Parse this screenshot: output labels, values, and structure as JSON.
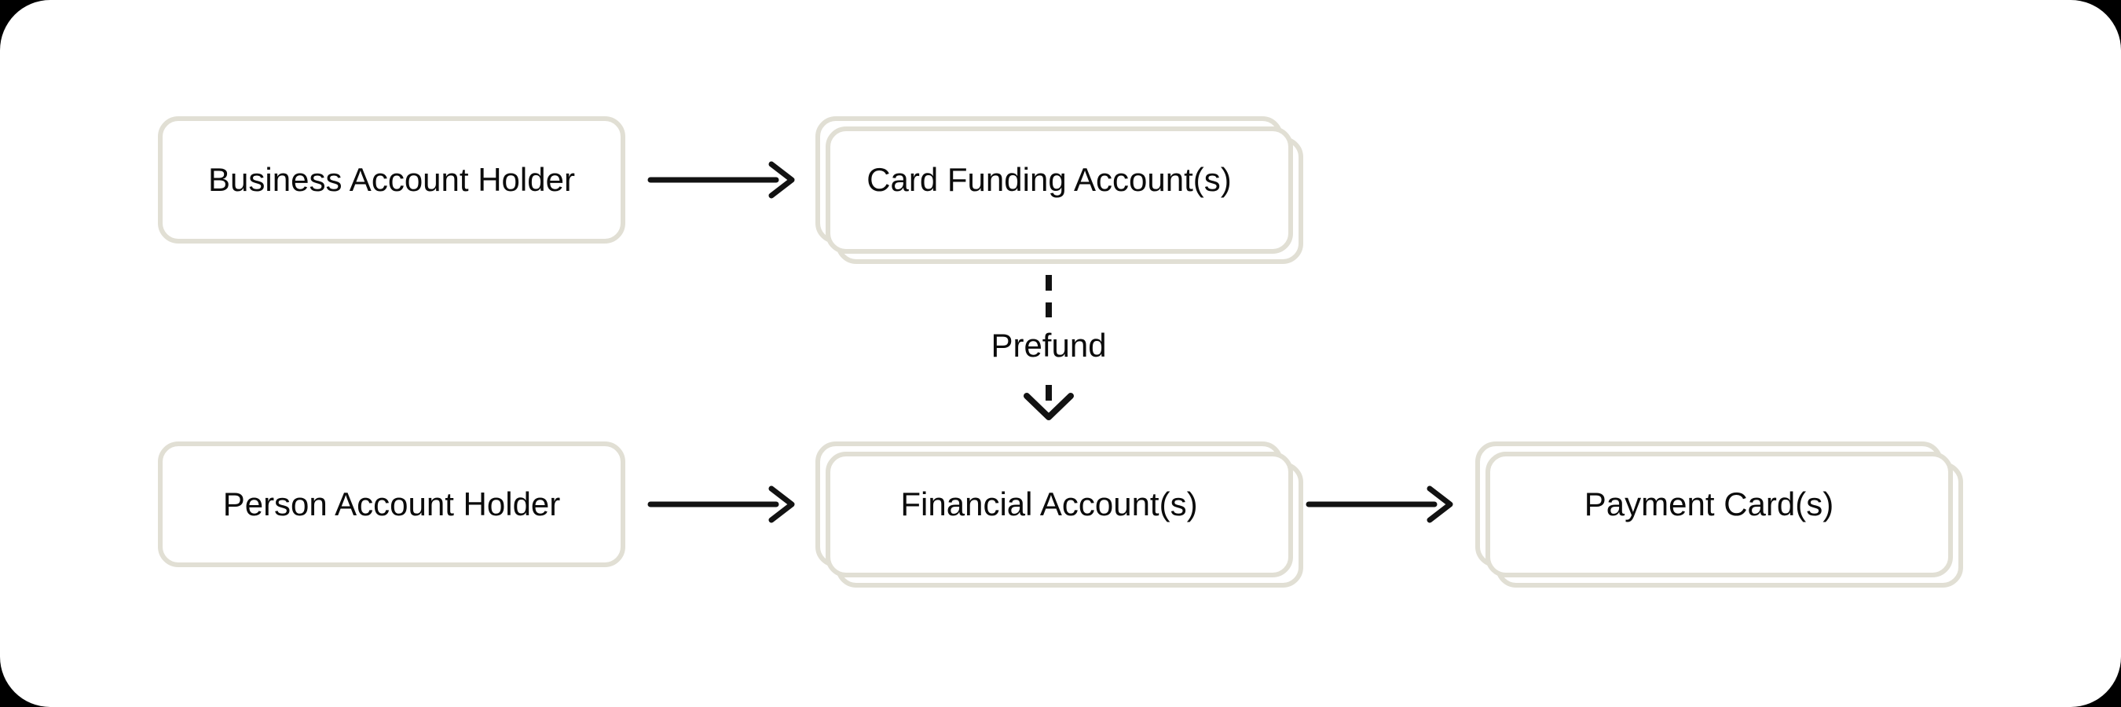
{
  "diagram": {
    "background_color": "#000000",
    "surface_color": "#ffffff",
    "node_border_color": "#e1dfd4",
    "node_fill_color": "#ffffff",
    "text_color": "#0b0b0b",
    "arrow_color": "#121212",
    "nodes": [
      {
        "label": "Business Account Holder",
        "stacked": false
      },
      {
        "label": "Card Funding Account(s)",
        "stacked": true
      },
      {
        "label": "Person Account Holder",
        "stacked": false
      },
      {
        "label": "Financial Account(s)",
        "stacked": true
      },
      {
        "label": "Payment Card(s)",
        "stacked": true
      }
    ],
    "edges": [
      {
        "from": "Business Account Holder",
        "to": "Card Funding Account(s)",
        "style": "solid-arrow",
        "label": ""
      },
      {
        "from": "Card Funding Account(s)",
        "to": "Financial Account(s)",
        "style": "dashed-arrow",
        "label": "Prefund"
      },
      {
        "from": "Person Account Holder",
        "to": "Financial Account(s)",
        "style": "solid-arrow",
        "label": ""
      },
      {
        "from": "Financial Account(s)",
        "to": "Payment Card(s)",
        "style": "solid-arrow",
        "label": ""
      }
    ]
  }
}
